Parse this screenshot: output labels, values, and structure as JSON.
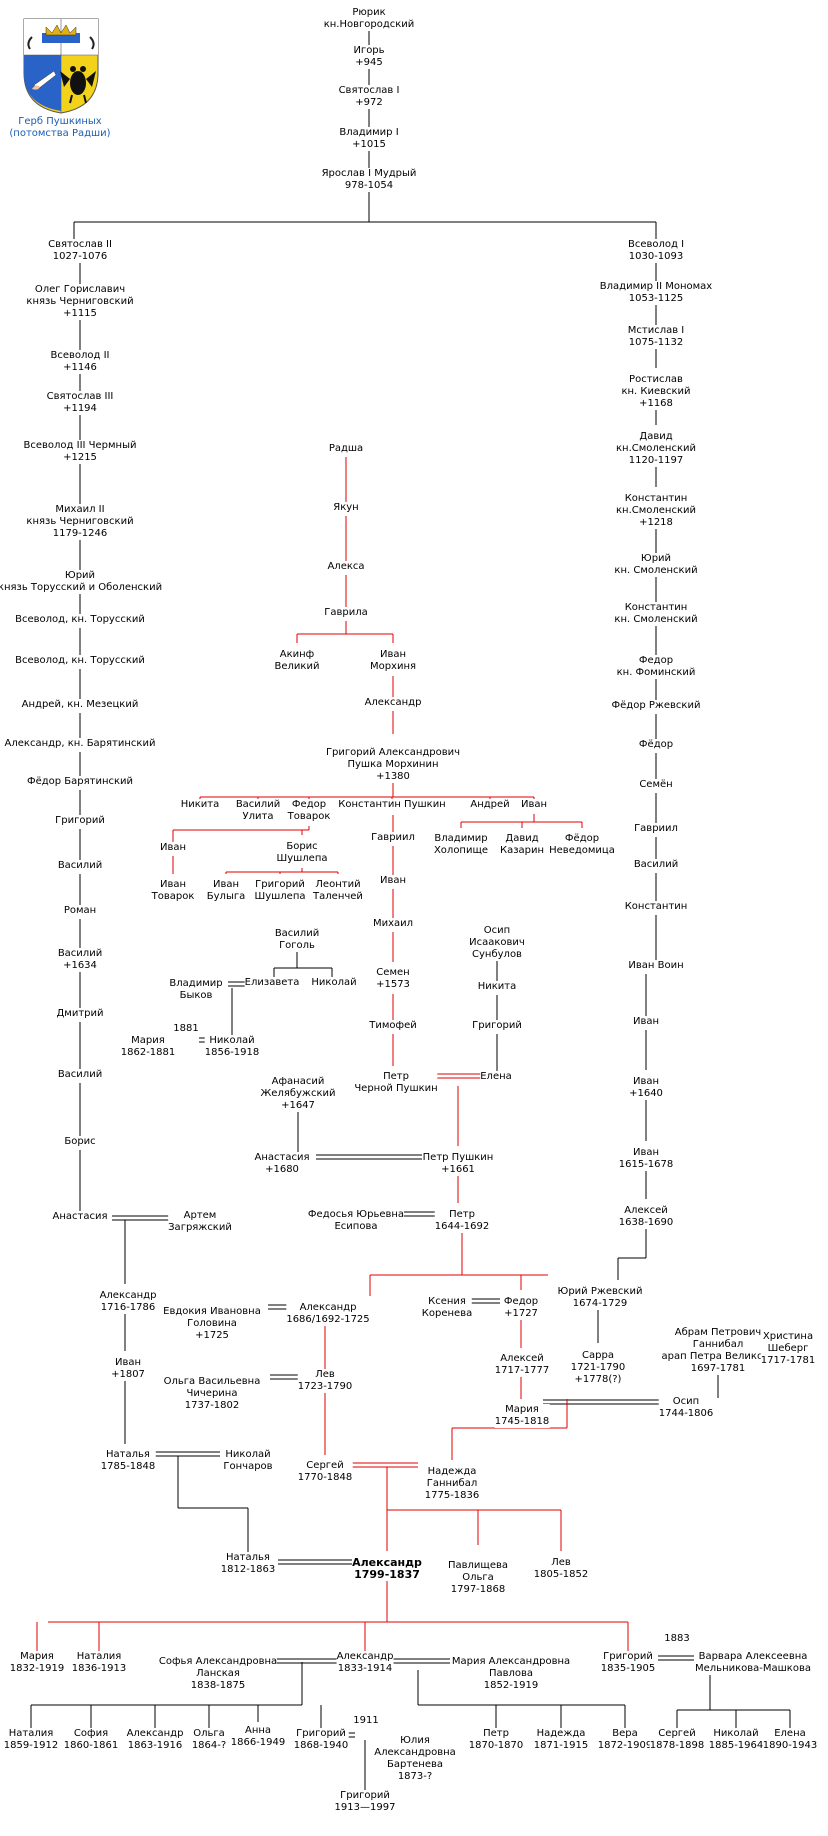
{
  "coat_of_arms": {
    "caption": "Герб Пушкиных\n(потомства Радши)"
  },
  "colors": {
    "black_line": "#000000",
    "red_line": "#e00000",
    "caption": "#1a5fb4"
  },
  "nodes": [
    {
      "id": "rurik",
      "text": "Рюрик\nкн.Новгородский"
    },
    {
      "id": "igor",
      "text": "Игорь\n+945"
    },
    {
      "id": "svyatoslav1",
      "text": "Святослав I\n+972"
    },
    {
      "id": "vladimir1",
      "text": "Владимир I\n+1015"
    },
    {
      "id": "yaroslav",
      "text": "Ярослав I Мудрый\n978-1054"
    },
    {
      "id": "svyatoslav2",
      "text": "Святослав II\n1027-1076"
    },
    {
      "id": "oleg",
      "text": "Олег Гориславич\nкнязь Черниговский\n+1115"
    },
    {
      "id": "vsevolod2",
      "text": "Всеволод II\n+1146"
    },
    {
      "id": "svyatoslav3",
      "text": "Святослав III\n+1194"
    },
    {
      "id": "vsevolod3",
      "text": "Всеволод III Чермный\n+1215"
    },
    {
      "id": "mikhail2",
      "text": "Михаил II\nкнязь Черниговский\n1179-1246"
    },
    {
      "id": "yuri_tar",
      "text": "Юрий\nкнязь Торусский и Оболенский"
    },
    {
      "id": "vsev_tor1",
      "text": "Всеволод, кн. Торусский"
    },
    {
      "id": "vsev_tor2",
      "text": "Всеволод, кн. Торусский"
    },
    {
      "id": "andrey_mez",
      "text": "Андрей, кн. Мезецкий"
    },
    {
      "id": "alex_bar",
      "text": "Александр, кн. Барятинский"
    },
    {
      "id": "fedor_bar",
      "text": "Фёдор Барятинский"
    },
    {
      "id": "grigoriy_l",
      "text": "Григорий"
    },
    {
      "id": "vasiliy_l1",
      "text": "Василий"
    },
    {
      "id": "roman",
      "text": "Роман"
    },
    {
      "id": "vasiliy_l2",
      "text": "Василий\n+1634"
    },
    {
      "id": "dmitriy",
      "text": "Дмитрий"
    },
    {
      "id": "vasiliy_l3",
      "text": "Василий"
    },
    {
      "id": "boris_l",
      "text": "Борис"
    },
    {
      "id": "anastasia_l",
      "text": "Анастасия"
    },
    {
      "id": "artem",
      "text": "Артем\nЗагряжский"
    },
    {
      "id": "alexandr_z",
      "text": "Александр\n1716-1786"
    },
    {
      "id": "ivan_z",
      "text": "Иван\n+1807"
    },
    {
      "id": "natalya_z",
      "text": "Наталья\n1785-1848"
    },
    {
      "id": "nikolay_g",
      "text": "Николай\nГончаров"
    },
    {
      "id": "natalya_g",
      "text": "Наталья\n1812-1863"
    },
    {
      "id": "vsevolod1",
      "text": "Всеволод I\n1030-1093"
    },
    {
      "id": "monomakh",
      "text": "Владимир II Мономах\n1053-1125"
    },
    {
      "id": "mstislav",
      "text": "Мстислав I\n1075-1132"
    },
    {
      "id": "rostislav",
      "text": "Ростислав\nкн. Киевский\n+1168"
    },
    {
      "id": "david_sm",
      "text": "Давид\nкн.Смоленский\n1120-1197"
    },
    {
      "id": "konst_sm1",
      "text": "Константин\nкн.Смоленский\n+1218"
    },
    {
      "id": "yuri_sm",
      "text": "Юрий\nкн. Смоленский"
    },
    {
      "id": "konst_sm2",
      "text": "Константин\nкн. Смоленский"
    },
    {
      "id": "fedor_fom",
      "text": "Федор\nкн. Фоминский"
    },
    {
      "id": "fedor_rzh",
      "text": "Фёдор Ржевский"
    },
    {
      "id": "fedor_r",
      "text": "Фёдор"
    },
    {
      "id": "semen_r",
      "text": "Семён"
    },
    {
      "id": "gavriil_r",
      "text": "Гавриил"
    },
    {
      "id": "vasiliy_r",
      "text": "Василий"
    },
    {
      "id": "konst_r",
      "text": "Константин"
    },
    {
      "id": "ivan_voin",
      "text": "Иван Воин"
    },
    {
      "id": "ivan_r1",
      "text": "Иван"
    },
    {
      "id": "ivan_r2",
      "text": "Иван\n+1640"
    },
    {
      "id": "ivan_r3",
      "text": "Иван\n1615-1678"
    },
    {
      "id": "alexey_r",
      "text": "Алексей\n1638-1690"
    },
    {
      "id": "yuri_rzh",
      "text": "Юрий Ржевский\n1674-1729"
    },
    {
      "id": "sarra",
      "text": "Сарра\n1721-1790\n+1778(?)"
    },
    {
      "id": "abram",
      "text": "Абрам Петрович\nГаннибал\nарап Петра Великого\n1697-1781"
    },
    {
      "id": "khristina",
      "text": "Христина\nШеберг\n1717-1781"
    },
    {
      "id": "osip_g",
      "text": "Осип\n1744-1806"
    },
    {
      "id": "radsha",
      "text": "Радша"
    },
    {
      "id": "yakun",
      "text": "Якун"
    },
    {
      "id": "aleksa",
      "text": "Алекса"
    },
    {
      "id": "gavrila",
      "text": "Гаврила"
    },
    {
      "id": "akinf",
      "text": "Акинф\nВеликий"
    },
    {
      "id": "ivan_mor",
      "text": "Иван\nМорхиня"
    },
    {
      "id": "alexandr_m",
      "text": "Александр"
    },
    {
      "id": "grigoriy_pm",
      "text": "Григорий Александрович\nПушка Морхинин\n+1380"
    },
    {
      "id": "nikita_p",
      "text": "Никита"
    },
    {
      "id": "vasiliy_ul",
      "text": "Василий\nУлита"
    },
    {
      "id": "fedor_tov",
      "text": "Федор\nТоварок"
    },
    {
      "id": "konst_push",
      "text": "Константин Пушкин"
    },
    {
      "id": "andrey_p",
      "text": "Андрей"
    },
    {
      "id": "ivan_p",
      "text": "Иван"
    },
    {
      "id": "vladimir_hol",
      "text": "Владимир\nХолопище"
    },
    {
      "id": "david_kaz",
      "text": "Давид\nКазарин"
    },
    {
      "id": "fedor_nev",
      "text": "Фёдор\nНеведомица"
    },
    {
      "id": "ivan_t1",
      "text": "Иван"
    },
    {
      "id": "boris_sh",
      "text": "Борис\nШушлепа"
    },
    {
      "id": "ivan_tov",
      "text": "Иван\nТоварок"
    },
    {
      "id": "ivan_bul",
      "text": "Иван\nБулыга"
    },
    {
      "id": "grigoriy_sh",
      "text": "Григорий\nШушлепа"
    },
    {
      "id": "leontiy",
      "text": "Леонтий\nТаленчей"
    },
    {
      "id": "gavriil_p",
      "text": "Гавриил"
    },
    {
      "id": "ivan_p2",
      "text": "Иван"
    },
    {
      "id": "mikhail_p",
      "text": "Михаил"
    },
    {
      "id": "semen_p",
      "text": "Семен\n+1573"
    },
    {
      "id": "timofey",
      "text": "Тимофей"
    },
    {
      "id": "petr_chp",
      "text": "Петр\nЧерной Пушкин"
    },
    {
      "id": "elena",
      "text": "Елена"
    },
    {
      "id": "osip_sun",
      "text": "Осип\nИсаакович\nСунбулов"
    },
    {
      "id": "nikita_s",
      "text": "Никита"
    },
    {
      "id": "grigoriy_s",
      "text": "Григорий"
    },
    {
      "id": "vasiliy_gog",
      "text": "Василий\nГоголь"
    },
    {
      "id": "vladimir_byk",
      "text": "Владимир\nБыков"
    },
    {
      "id": "elizaveta",
      "text": "Елизавета"
    },
    {
      "id": "nikolay_gog",
      "text": "Николай"
    },
    {
      "id": "mariya_62",
      "text": "Мария\n1862-1881"
    },
    {
      "id": "year_1881",
      "text": "1881"
    },
    {
      "id": "nikolay_56",
      "text": "Николай\n1856-1918"
    },
    {
      "id": "afanasiy",
      "text": "Афанасий\nЖелябужский\n+1647"
    },
    {
      "id": "anastasia_zh",
      "text": "Анастасия\n+1680"
    },
    {
      "id": "petr_push",
      "text": "Петр Пушкин\n+1661"
    },
    {
      "id": "fedosya",
      "text": "Федосья Юрьевна\nЕсипова"
    },
    {
      "id": "petr_44",
      "text": "Петр\n1644-1692"
    },
    {
      "id": "evdokiya",
      "text": "Евдокия Ивановна\nГоловина\n+1725"
    },
    {
      "id": "alexandr_86",
      "text": "Александр\n1686/1692-1725"
    },
    {
      "id": "ksenia",
      "text": "Ксения\nКоренева"
    },
    {
      "id": "fedor_27",
      "text": "Федор\n+1727"
    },
    {
      "id": "olga_ch",
      "text": "Ольга Васильевна\nЧичерина\n1737-1802"
    },
    {
      "id": "lev_23",
      "text": "Лев\n1723-1790"
    },
    {
      "id": "alexey_17",
      "text": "Алексей\n1717-1777"
    },
    {
      "id": "mariya_45",
      "text": "Мария\n1745-1818"
    },
    {
      "id": "sergey_70",
      "text": "Сергей\n1770-1848"
    },
    {
      "id": "nadezhda",
      "text": "Надежда\nГаннибал\n1775-1836"
    },
    {
      "id": "alexandr_ps",
      "text": "Александр\n1799-1837"
    },
    {
      "id": "olga_pav",
      "text": "Павлищева\nОльга\n1797-1868"
    },
    {
      "id": "lev_05",
      "text": "Лев\n1805-1852"
    },
    {
      "id": "mariya_32",
      "text": "Мария\n1832-1919"
    },
    {
      "id": "nataliya_36",
      "text": "Наталия\n1836-1913"
    },
    {
      "id": "sofya_lan",
      "text": "Софья Александровна\nЛанская\n1838-1875"
    },
    {
      "id": "alexandr_33",
      "text": "Александр\n1833-1914"
    },
    {
      "id": "mariya_pav",
      "text": "Мария Александровна\nПавлова\n1852-1919"
    },
    {
      "id": "grigoriy_35",
      "text": "Григорий\n1835-1905"
    },
    {
      "id": "year_1883",
      "text": "1883"
    },
    {
      "id": "varvara",
      "text": "Варвара Алексеевна\nМельникова-Машкова"
    },
    {
      "id": "nataliya_59",
      "text": "Наталия\n1859-1912"
    },
    {
      "id": "sofiya_60",
      "text": "София\n1860-1861"
    },
    {
      "id": "alexandr_63",
      "text": "Александр\n1863-1916"
    },
    {
      "id": "olga_64",
      "text": "Ольга\n1864-?"
    },
    {
      "id": "anna_66",
      "text": "Анна\n1866-1949"
    },
    {
      "id": "grigoriy_68",
      "text": "Григорий\n1868-1940"
    },
    {
      "id": "year_1911",
      "text": "1911"
    },
    {
      "id": "yuliya",
      "text": "Юлия\nАлександровна\nБартенева\n1873-?"
    },
    {
      "id": "petr_70",
      "text": "Петр\n1870-1870"
    },
    {
      "id": "nadezhda_71",
      "text": "Надежда\n1871-1915"
    },
    {
      "id": "vera_72",
      "text": "Вера\n1872-1909"
    },
    {
      "id": "sergey_78",
      "text": "Сергей\n1878-1898"
    },
    {
      "id": "nikolay_85",
      "text": "Николай\n1885-1964"
    },
    {
      "id": "elena_90",
      "text": "Елена\n1890-1943"
    },
    {
      "id": "grigoriy_13",
      "text": "Григорий\n1913—1997"
    }
  ]
}
